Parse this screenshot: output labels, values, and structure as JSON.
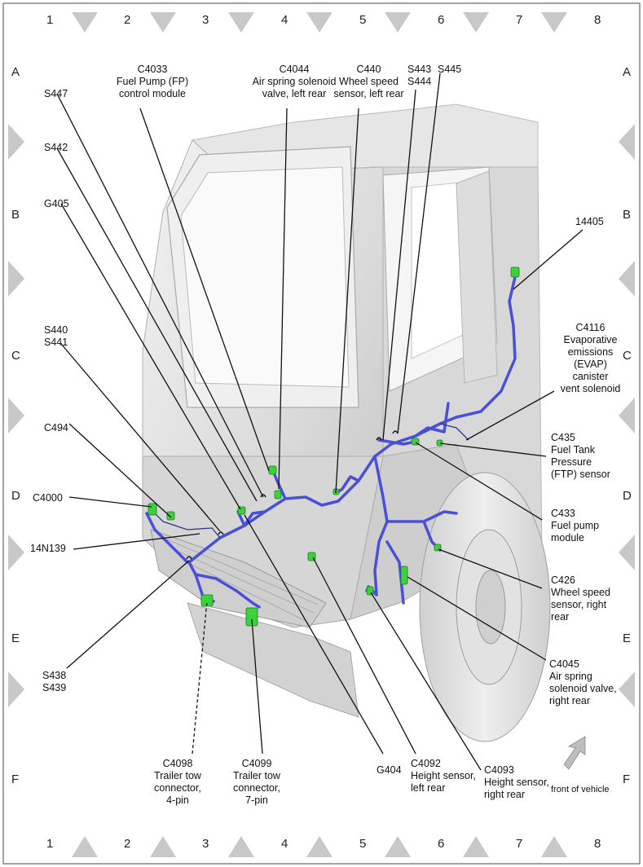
{
  "grid": {
    "columns": [
      "1",
      "2",
      "3",
      "4",
      "5",
      "6",
      "7",
      "8"
    ],
    "rows": [
      "A",
      "B",
      "C",
      "D",
      "E",
      "F"
    ]
  },
  "labels": {
    "c4033": "C4033\nFuel Pump (FP)\ncontrol module",
    "c4044": "C4044\nAir spring solenoid\nvalve, left rear",
    "c440": "C440\nWheel speed\nsensor, left rear",
    "s443": "S443\nS444",
    "s445": "S445",
    "s447": "S447",
    "s442": "S442",
    "g405": "G405",
    "n14405": "14405",
    "s440": "S440\nS441",
    "c4116": "C4116\nEvaporative\nemissions\n(EVAP)\ncanister\nvent solenoid",
    "c494": "C494",
    "c435": "C435\nFuel Tank\nPressure\n(FTP) sensor",
    "c4000": "C4000",
    "c433": "C433\nFuel pump\nmodule",
    "n14n139": "14N139",
    "c426": "C426\nWheel speed\nsensor, right\nrear",
    "s438": "S438\nS439",
    "c4045": "C4045\nAir spring\nsolenoid valve,\nright rear",
    "c4098": "C4098\nTrailer tow\nconnector,\n4-pin",
    "c4099": "C4099\nTrailer tow\nconnector,\n7-pin",
    "g404": "G404",
    "c4092": "C4092\nHeight sensor,\nleft rear",
    "c4093": "C4093\nHeight sensor,\nright rear",
    "front": "front of vehicle"
  },
  "colors": {
    "harness": "#4a4fd8",
    "connector": "#3dd23d",
    "body": "#d9d9d9",
    "frame": "#c8c8c8"
  }
}
